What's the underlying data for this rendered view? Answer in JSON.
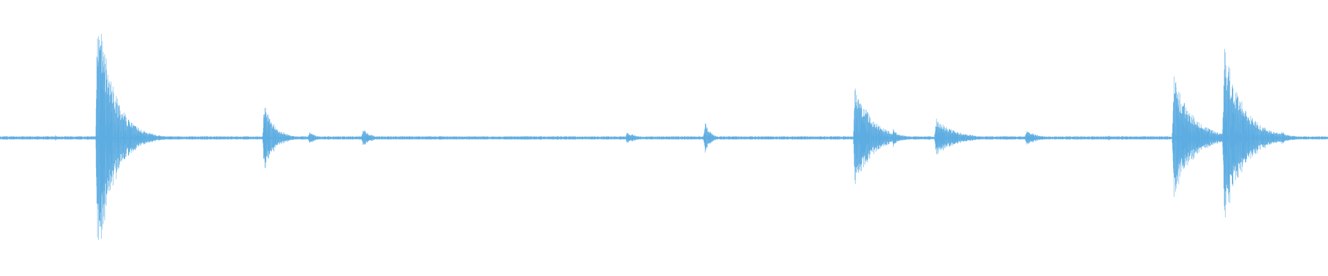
{
  "waveform": {
    "color": "#5dade2",
    "background": "#ffffff",
    "duration_fraction_domain": [
      0,
      1
    ],
    "amplitude_domain": [
      -1,
      1
    ],
    "baseline_noise_amplitude": 0.012,
    "bursts": [
      {
        "at": 0.042,
        "peak": 0.02,
        "decay": 0.002
      },
      {
        "at": 0.0735,
        "peak": 0.89,
        "decay": 0.012
      },
      {
        "at": 0.199,
        "peak": 0.23,
        "decay": 0.008
      },
      {
        "at": 0.233,
        "peak": 0.04,
        "decay": 0.006
      },
      {
        "at": 0.2735,
        "peak": 0.06,
        "decay": 0.006
      },
      {
        "at": 0.472,
        "peak": 0.04,
        "decay": 0.008
      },
      {
        "at": 0.531,
        "peak": 0.11,
        "decay": 0.004
      },
      {
        "at": 0.644,
        "peak": 0.38,
        "decay": 0.012
      },
      {
        "at": 0.6725,
        "peak": 0.07,
        "decay": 0.004
      },
      {
        "at": 0.705,
        "peak": 0.13,
        "decay": 0.014
      },
      {
        "at": 0.773,
        "peak": 0.05,
        "decay": 0.01
      },
      {
        "at": 0.835,
        "peak": 0.02,
        "decay": 0.002
      },
      {
        "at": 0.884,
        "peak": 0.42,
        "decay": 0.014
      },
      {
        "at": 0.922,
        "peak": 0.62,
        "decay": 0.014
      },
      {
        "at": 0.965,
        "peak": 0.05,
        "decay": 0.006
      }
    ]
  }
}
